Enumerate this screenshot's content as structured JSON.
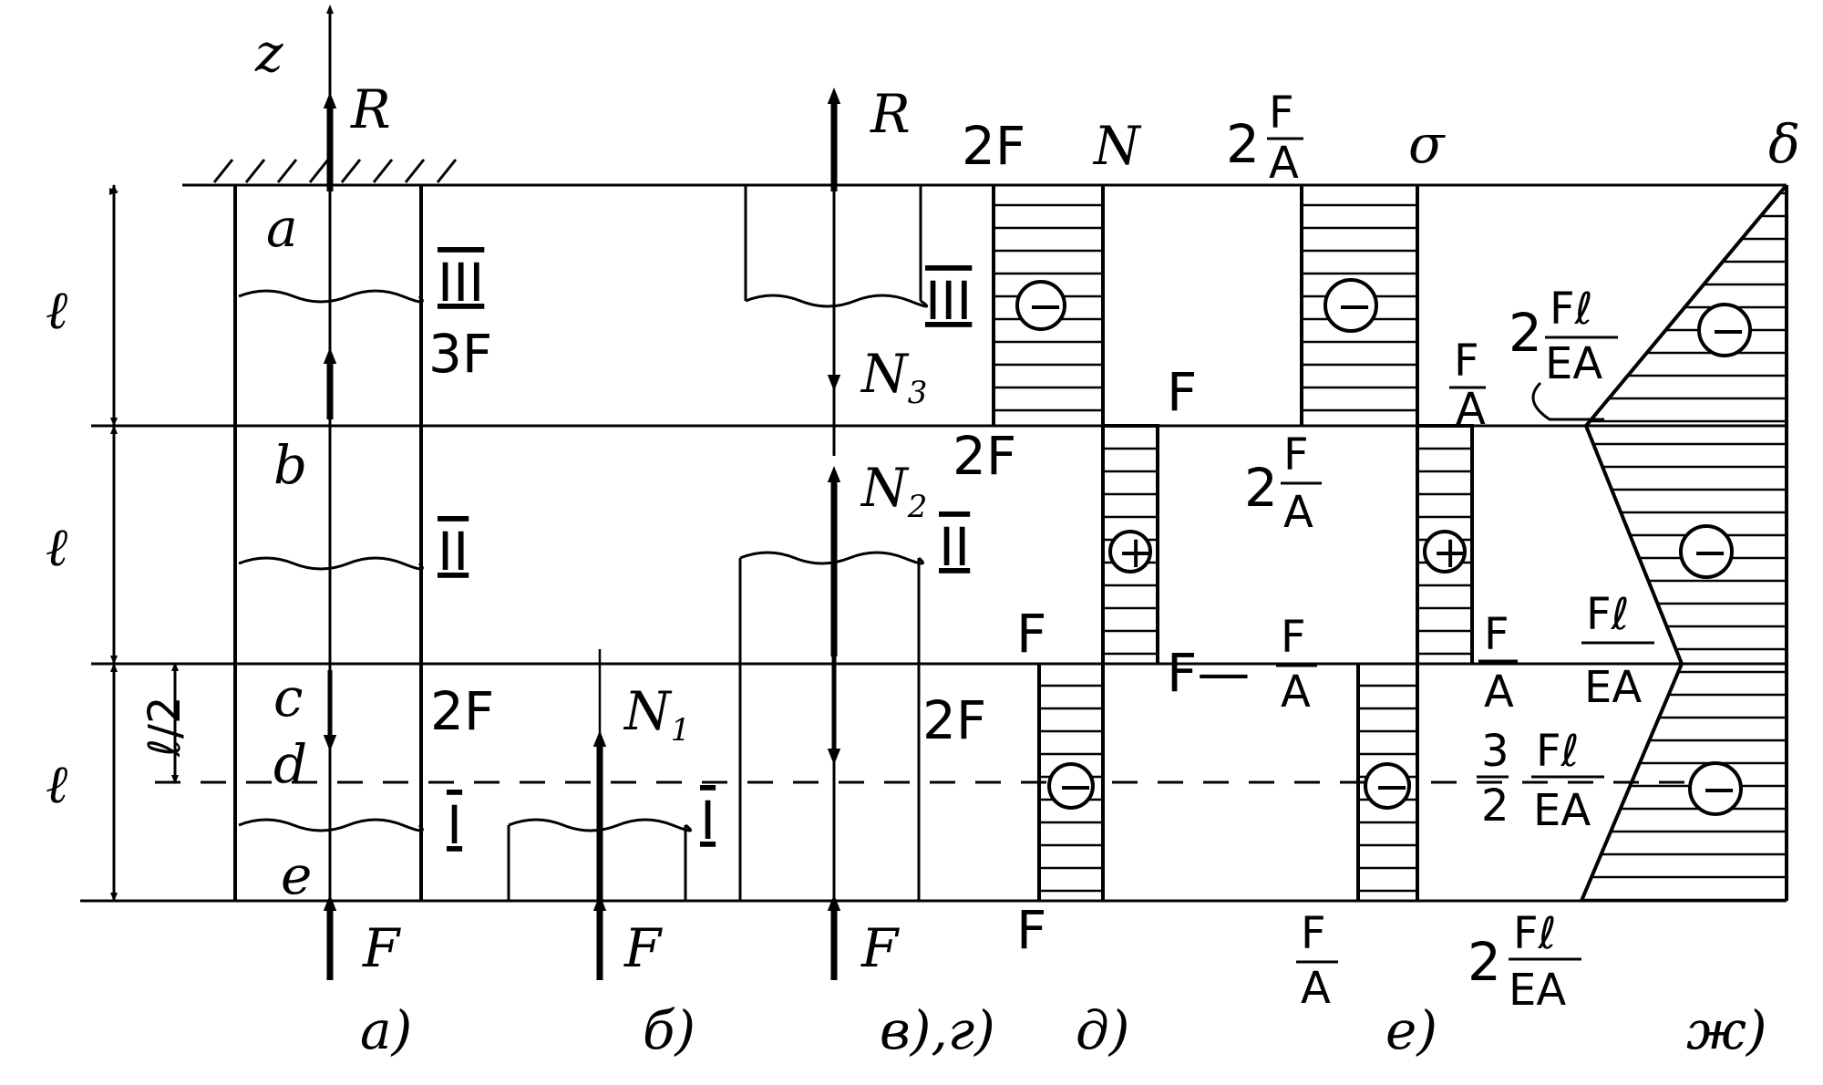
{
  "axis_label": "z",
  "reaction": "R",
  "force": "F",
  "bar_points": [
    "a",
    "b",
    "c",
    "d",
    "e"
  ],
  "lengths": {
    "l1": "ℓ",
    "l2": "ℓ",
    "l3": "ℓ",
    "half": "ℓ/2"
  },
  "sections": {
    "s3": "III",
    "s2": "II",
    "s1": "I"
  },
  "applied_loads": {
    "upper": "3F",
    "lower": "2F"
  },
  "internal_forces": {
    "n1": "N",
    "n1_sub": "1",
    "n2": "N",
    "n2_sub": "2",
    "n3": "N",
    "n3_sub": "3"
  },
  "panel_labels": {
    "a": "a)",
    "b": "б)",
    "v": "в),г)",
    "d": "д)",
    "e": "е)",
    "zh": "ж)"
  },
  "diagram_titles": {
    "N": "N",
    "sigma": "σ",
    "delta": "δ"
  },
  "signs": {
    "minus": "−",
    "plus": "+"
  },
  "N_plot": {
    "top_value": "2F",
    "seg_b_top": "F",
    "seg_b_mid": "2F",
    "seg_c_top": "F",
    "seg_c_bottom": "F"
  },
  "sigma_plot": {
    "top": {
      "coef": "2",
      "num": "F",
      "den": "A"
    },
    "seg_a_bottom": {
      "num": "F",
      "den": "A"
    },
    "seg_b": {
      "coef": "2",
      "num": "F",
      "den": "A"
    },
    "seg_c_left": {
      "prefix": "F—",
      "num": "F",
      "den": "A"
    },
    "seg_c_right": {
      "num": "F",
      "den": "A"
    },
    "bottom": {
      "num": "F",
      "den": "A"
    }
  },
  "delta_plot": {
    "v1": {
      "coef": "2",
      "num": "Fℓ",
      "den": "EA"
    },
    "v2": {
      "num": "Fℓ",
      "den": "EA"
    },
    "v3": {
      "coef": "3",
      "coef_den": "2",
      "num": "Fℓ",
      "den": "EA"
    },
    "v4": {
      "coef": "2",
      "num": "Fℓ",
      "den": "EA"
    }
  }
}
